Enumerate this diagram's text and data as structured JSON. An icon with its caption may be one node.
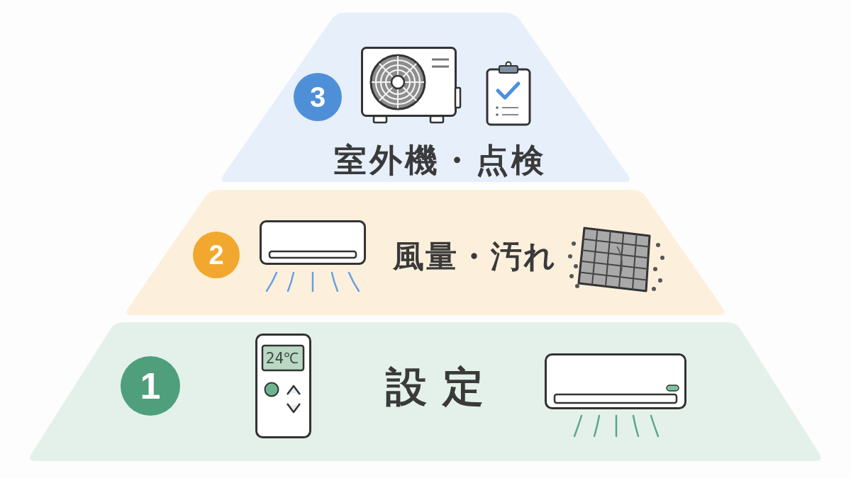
{
  "diagram": {
    "nodes": [
      {
        "text": [
          "室外機・点検"
        ]
      },
      {
        "text": [
          "3"
        ],
        "in": 0
      },
      {
        "text": [
          "風量・汚れ"
        ]
      },
      {
        "text": [
          "2"
        ],
        "in": 2
      },
      {
        "text": [
          "設定"
        ]
      },
      {
        "text": [
          "1"
        ],
        "in": 4
      }
    ],
    "labels": [
      "24℃"
    ]
  }
}
